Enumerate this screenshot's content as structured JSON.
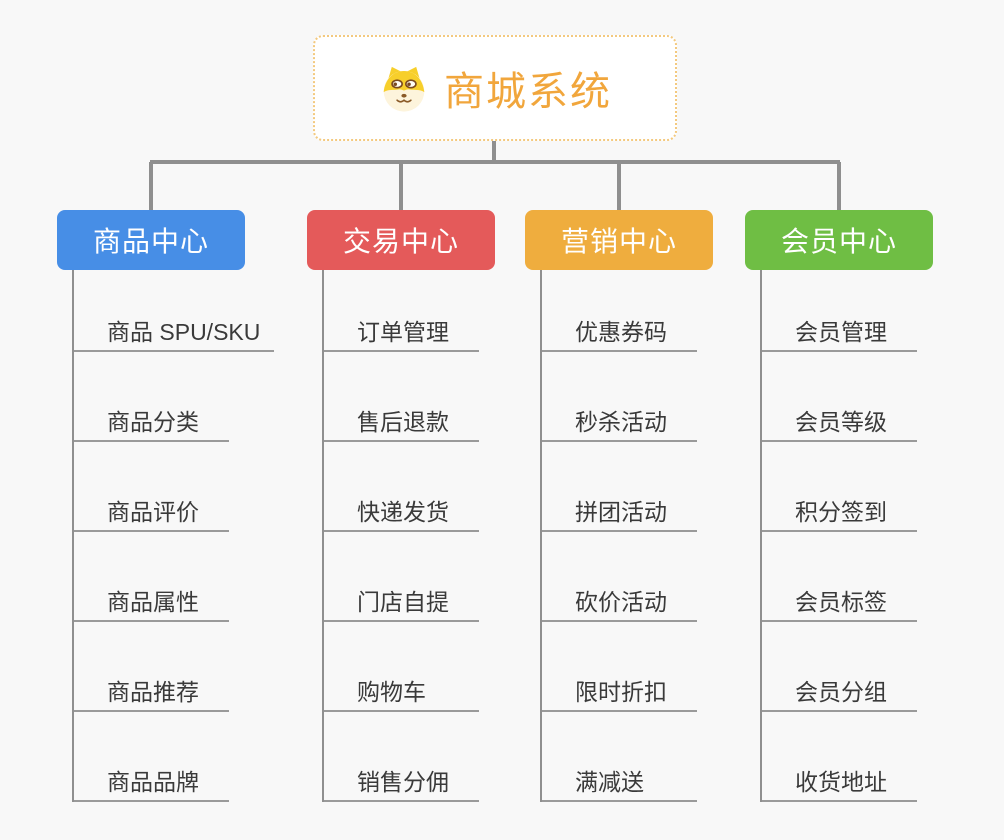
{
  "root": {
    "title": "商城系统",
    "icon": "doge-icon"
  },
  "branches": [
    {
      "label": "商品中心",
      "color": "#478ee6",
      "items": [
        "商品 SPU/SKU",
        "商品分类",
        "商品评价",
        "商品属性",
        "商品推荐",
        "商品品牌"
      ]
    },
    {
      "label": "交易中心",
      "color": "#e45a5a",
      "items": [
        "订单管理",
        "售后退款",
        "快递发货",
        "门店自提",
        "购物车",
        "销售分佣"
      ]
    },
    {
      "label": "营销中心",
      "color": "#efad3e",
      "items": [
        "优惠券码",
        "秒杀活动",
        "拼团活动",
        "砍价活动",
        "限时折扣",
        "满减送"
      ]
    },
    {
      "label": "会员中心",
      "color": "#6fbe44",
      "items": [
        "会员管理",
        "会员等级",
        "积分签到",
        "会员标签",
        "会员分组",
        "收货地址"
      ]
    }
  ],
  "colors": {
    "background": "#f8f8f8",
    "connector": "#8f8f8f",
    "underline": "#9a9a9a",
    "item_text": "#3a3a3a",
    "root_accent": "#f1a63c",
    "root_border": "#f3c97f",
    "doge_yellow": "#f7cf2b",
    "doge_cream": "#fdf4dc",
    "doge_brown": "#8a5a28"
  }
}
